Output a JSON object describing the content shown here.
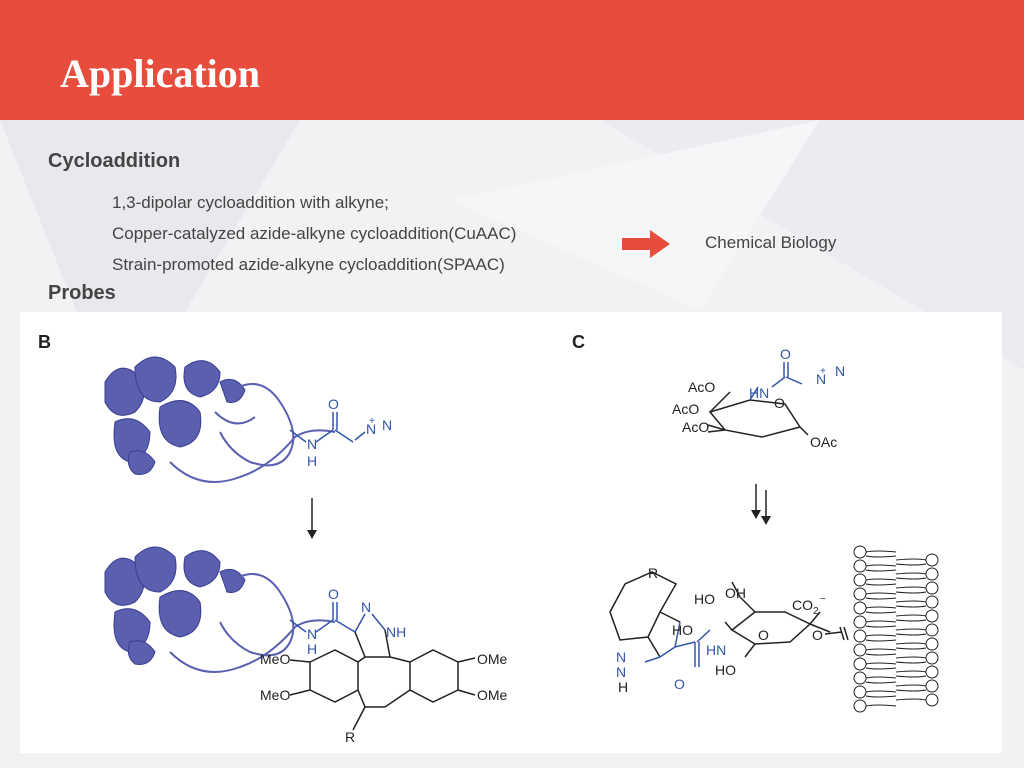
{
  "slide": {
    "title": "Application",
    "section_cycloaddition": "Cycloaddition",
    "bullets": [
      "1,3-dipolar cycloaddition with alkyne;",
      "Copper-catalyzed azide-alkyne cycloaddition(CuAAC)",
      "Strain-promoted azide-alkyne cycloaddition(SPAAC)"
    ],
    "result": "Chemical Biology",
    "section_probes": "Probes"
  },
  "figure": {
    "panel_b": "B",
    "panel_c": "C",
    "b_labels": {
      "o_top": "O",
      "n_azide": "N",
      "plus": "+",
      "n_minus": "N",
      "n_amide": "N",
      "h_amide": "H",
      "o_prod": "O",
      "n_pyr": "N",
      "nh_pyr": "NH",
      "n_prod_amide": "N",
      "h_prod_amide": "H",
      "meo1": "MeO",
      "meo2": "MeO",
      "ome1": "OMe",
      "ome2": "OMe",
      "r": "R"
    },
    "c_labels": {
      "o_top": "O",
      "n_azide": "N",
      "plus": "+",
      "n_minus": "N",
      "aco1": "AcO",
      "hn": "HN",
      "o_ring": "O",
      "aco2": "AcO",
      "aco3": "AcO",
      "oac": "OAc",
      "r": "R",
      "ho_oh": "HO",
      "oh": "OH",
      "co2": "CO",
      "co2_sub": "2",
      "co2_sup": "−",
      "ho2": "HO",
      "hn2": "HN",
      "o_ring2": "O",
      "o_link": "O",
      "n_pyr": "N",
      "nh_pyr": "N",
      "h_pyr": "H",
      "o_amide": "O",
      "ho3": "HO"
    }
  },
  "colors": {
    "header": "#e74c3c",
    "arrow": "#e74c3c",
    "protein": "#5a5fb0",
    "chem_blue": "#3355aa",
    "text": "#444444"
  }
}
